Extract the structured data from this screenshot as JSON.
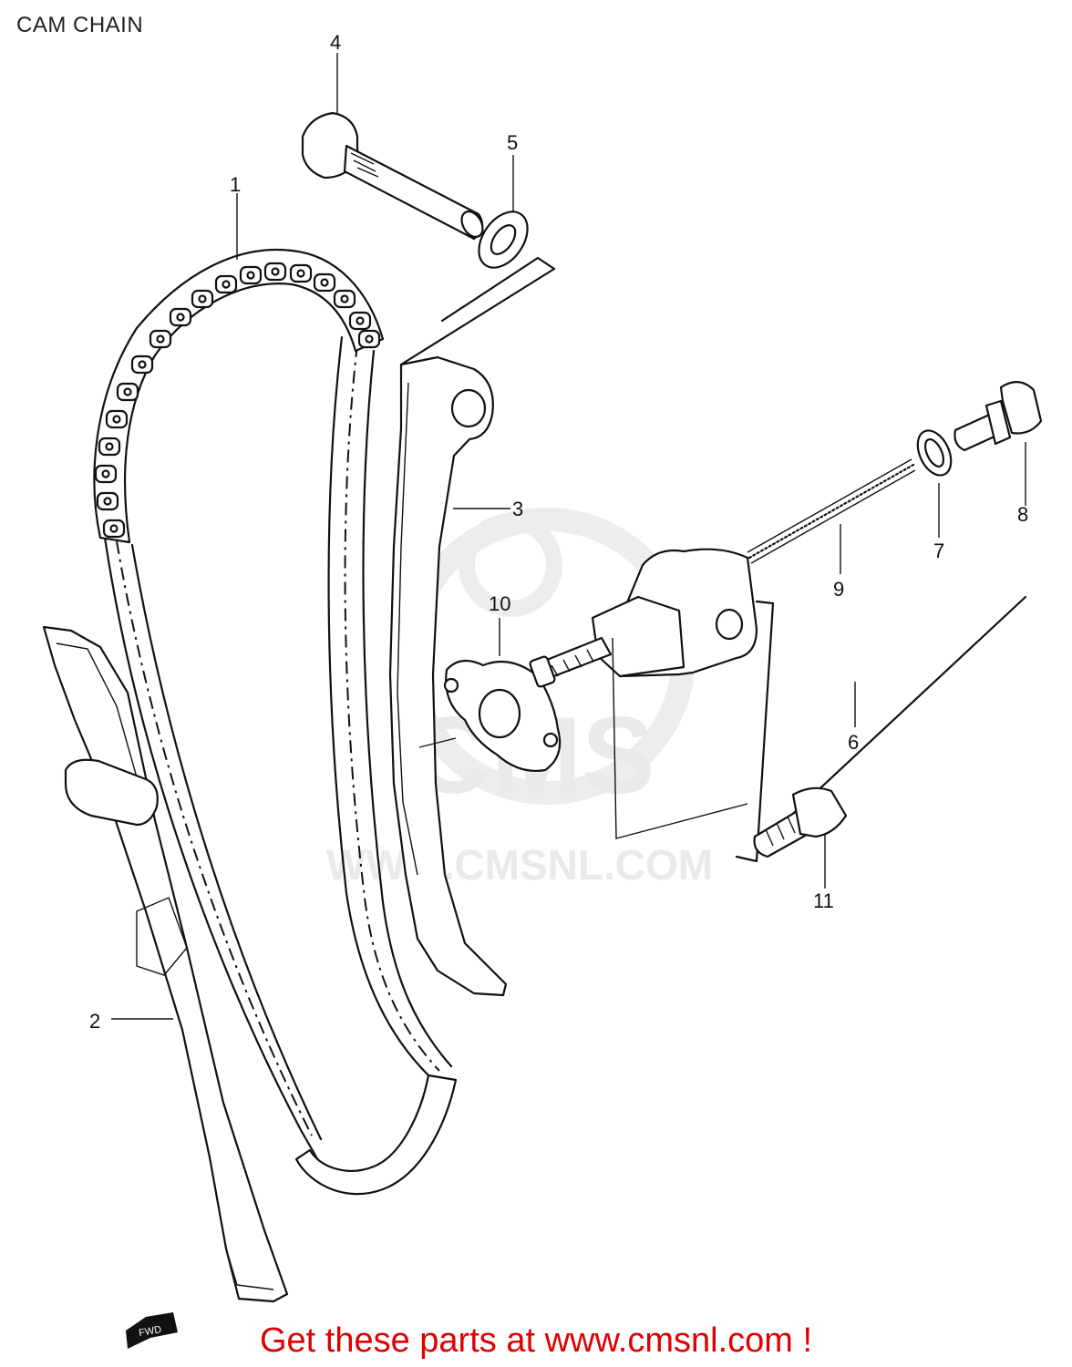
{
  "page": {
    "title": "CAM CHAIN",
    "footer_text": "Get these parts at www.cmsnl.com !",
    "footer_color": "#e00000",
    "watermark_text": "WWW.CMSNL.COM",
    "watermark_logo_text": "CMS"
  },
  "callouts": [
    {
      "id": "1",
      "label": "1"
    },
    {
      "id": "2",
      "label": "2"
    },
    {
      "id": "3",
      "label": "3"
    },
    {
      "id": "4",
      "label": "4"
    },
    {
      "id": "5",
      "label": "5"
    },
    {
      "id": "6",
      "label": "6"
    },
    {
      "id": "7",
      "label": "7"
    },
    {
      "id": "8",
      "label": "8"
    },
    {
      "id": "9",
      "label": "9"
    },
    {
      "id": "10",
      "label": "10"
    },
    {
      "id": "11",
      "label": "11"
    }
  ],
  "front_arrow_label": "FWD"
}
